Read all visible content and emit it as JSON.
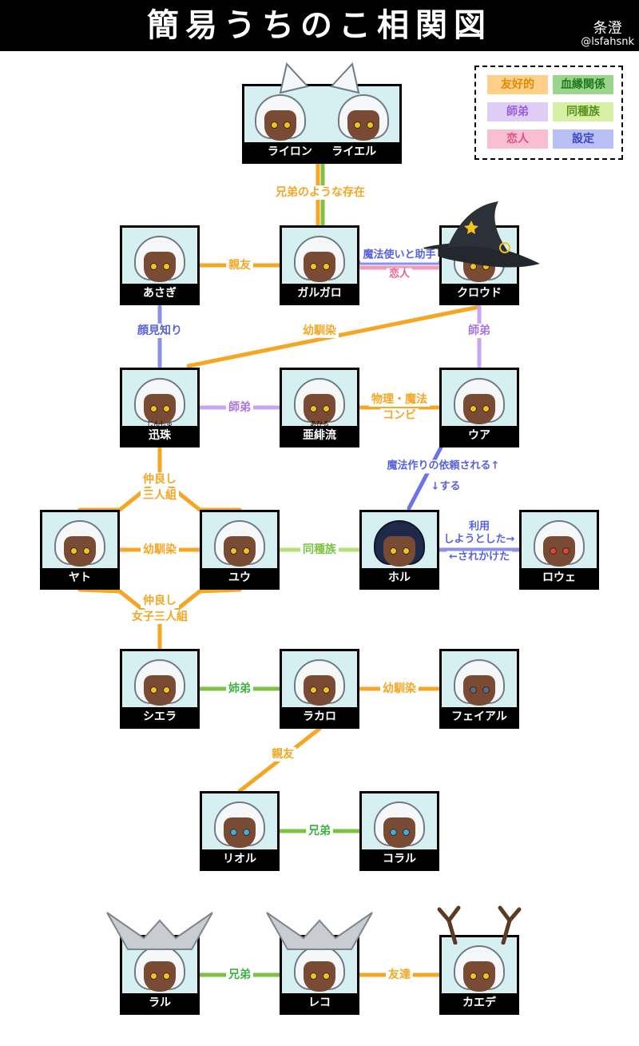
{
  "header": {
    "title": "簡易うちのこ相関図",
    "signature": "条澄",
    "handle": "@lsfahsnk"
  },
  "colors": {
    "friend": "#f5a623",
    "blood": "#3cb043",
    "master": "#c9a6f2",
    "kin": "#b8e07a",
    "lover": "#f59ab8",
    "setting": "#6a73e8"
  },
  "legend": [
    "友好的",
    "血縁関係",
    "師弟",
    "同種族",
    "恋人",
    "設定"
  ],
  "characters": {
    "raion_raieru": {
      "name1": "ライロン",
      "name2": "ライエル"
    },
    "asagi": {
      "name": "あさぎ"
    },
    "garugaro": {
      "name": "ガルガロ"
    },
    "kuroudo": {
      "name": "クロウド"
    },
    "jinshu": {
      "name": "迅珠",
      "ruby": "じんしゅ"
    },
    "ahiru": {
      "name": "亜緋流",
      "ruby": "あひる"
    },
    "ua": {
      "name": "ウア"
    },
    "yato": {
      "name": "ヤト"
    },
    "yuu": {
      "name": "ユウ"
    },
    "horu": {
      "name": "ホル"
    },
    "rowe": {
      "name": "ロウェ"
    },
    "shiera": {
      "name": "シエラ"
    },
    "rakaro": {
      "name": "ラカロ"
    },
    "feiaru": {
      "name": "フェイアル"
    },
    "rioru": {
      "name": "リオル"
    },
    "koraru": {
      "name": "コラル"
    },
    "raru": {
      "name": "ラル"
    },
    "reko": {
      "name": "レコ"
    },
    "kaede": {
      "name": "カエデ"
    }
  },
  "relations": {
    "raion_garugaro": "兄弟のような存在",
    "asagi_garugaro": "親友",
    "garugaro_kuroudo_1": "魔法使いと助手",
    "garugaro_kuroudo_2": "恋人",
    "asagi_jinshu": "顔見知り",
    "jinshu_kuroudo": "幼馴染",
    "kuroudo_ua": "師弟",
    "jinshu_ahiru": "師弟",
    "ahiru_ua_1": "物理・魔法",
    "ahiru_ua_2": "コンビ",
    "ua_horu_1": "魔法作りの依頼される↑",
    "ua_horu_2": "↓する",
    "jinshu_trio_1": "仲良し",
    "jinshu_trio_2": "三人組",
    "yato_yuu": "幼馴染",
    "yuu_horu": "同種族",
    "horu_rowe_1": "利用",
    "horu_rowe_2": "しようとした→",
    "horu_rowe_3": "←されかけた",
    "girls_trio_1": "仲良し",
    "girls_trio_2": "女子三人組",
    "shiera_rakaro": "姉弟",
    "rakaro_feiaru": "幼馴染",
    "rakaro_rioru": "親友",
    "rioru_koraru": "兄弟",
    "raru_reko": "兄弟",
    "reko_kaede": "友達"
  }
}
